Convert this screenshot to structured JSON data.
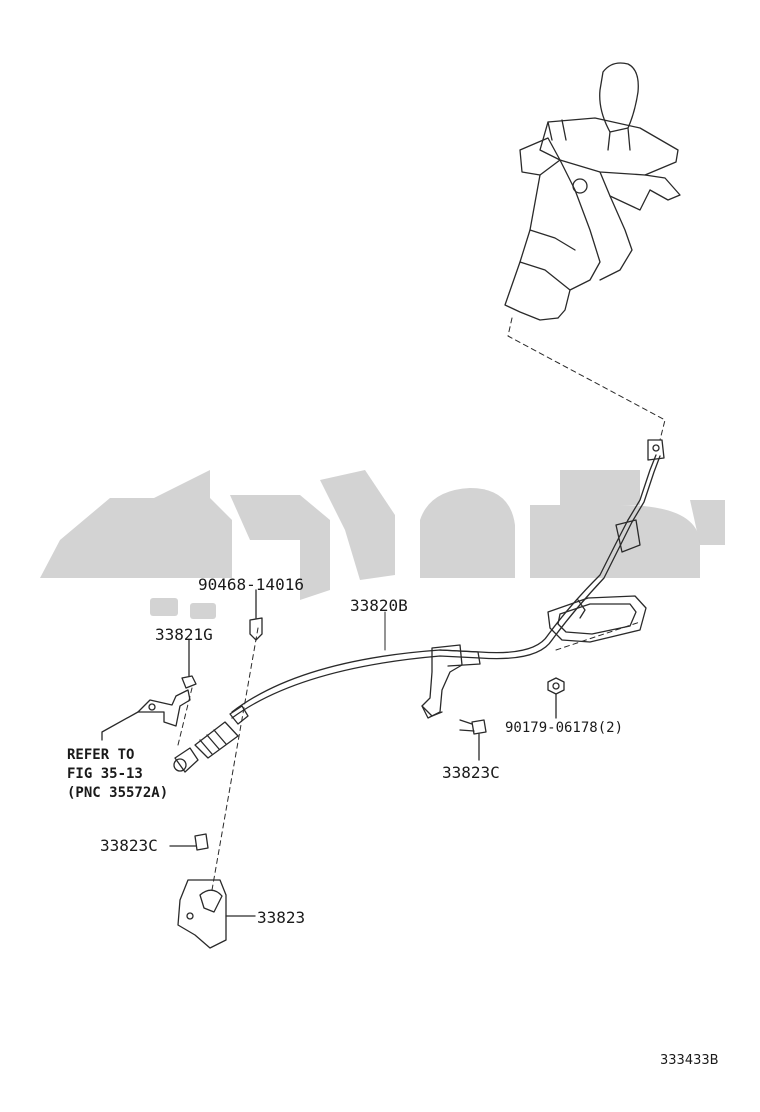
{
  "watermark": {
    "text": "تويوتا",
    "color": "#d3d3d3"
  },
  "parts": {
    "p1": "90468-14016",
    "p2": "33820B",
    "p3": "33821G",
    "p4": "33823C",
    "p5": "90179-06178(2)",
    "p6": "33823C",
    "p7": "33823"
  },
  "note": {
    "line1": "REFER TO",
    "line2": "FIG 35-13",
    "line3": "(PNC 35572A)"
  },
  "figure_number": "333433B"
}
